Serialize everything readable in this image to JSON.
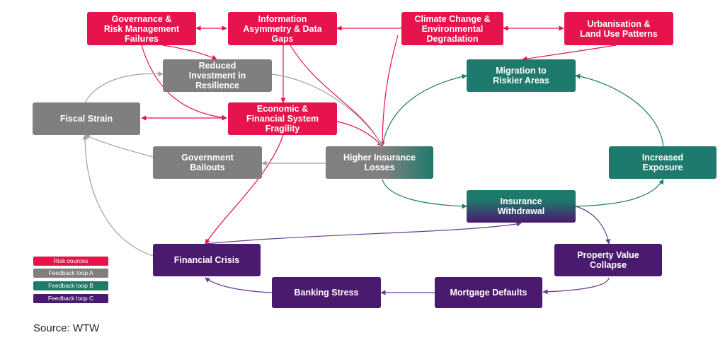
{
  "nodes": {
    "governance": "Governance &\nRisk Management\nFailures",
    "info_asym": "Information\nAsymmetry & Data\nGaps",
    "climate": "Climate Change &\nEnvironmental\nDegradation",
    "urbanisation": "Urbanisation &\nLand Use Patterns",
    "reduced_invest": "Reduced\nInvestment in\nResilience",
    "migration": "Migration to\nRiskier Areas",
    "fiscal": "Fiscal Strain",
    "econ_fragility": "Economic &\nFinancial System\nFragility",
    "bailouts": "Government\nBailouts",
    "higher_losses": "Higher Insurance\nLosses",
    "exposure": "Increased\nExposure",
    "withdrawal": "Insurance\nWithdrawal",
    "financial_crisis": "Financial Crisis",
    "property_collapse": "Property Value\nCollapse",
    "banking_stress": "Banking Stress",
    "mortgage_defaults": "Mortgage Defaults"
  },
  "legend": [
    {
      "label": "Risk sources",
      "color": "#e6134c"
    },
    {
      "label": "Feedback loop A",
      "color": "#7f7f7f"
    },
    {
      "label": "Feedback loop B",
      "color": "#1d7a6c"
    },
    {
      "label": "Feedback loop C",
      "color": "#4a1a6e"
    }
  ],
  "source": "Source: WTW",
  "colors": {
    "risk": "#e6134c",
    "loop_a": "#7f7f7f",
    "loop_b": "#1d7a6c",
    "loop_c": "#4a1a6e"
  }
}
